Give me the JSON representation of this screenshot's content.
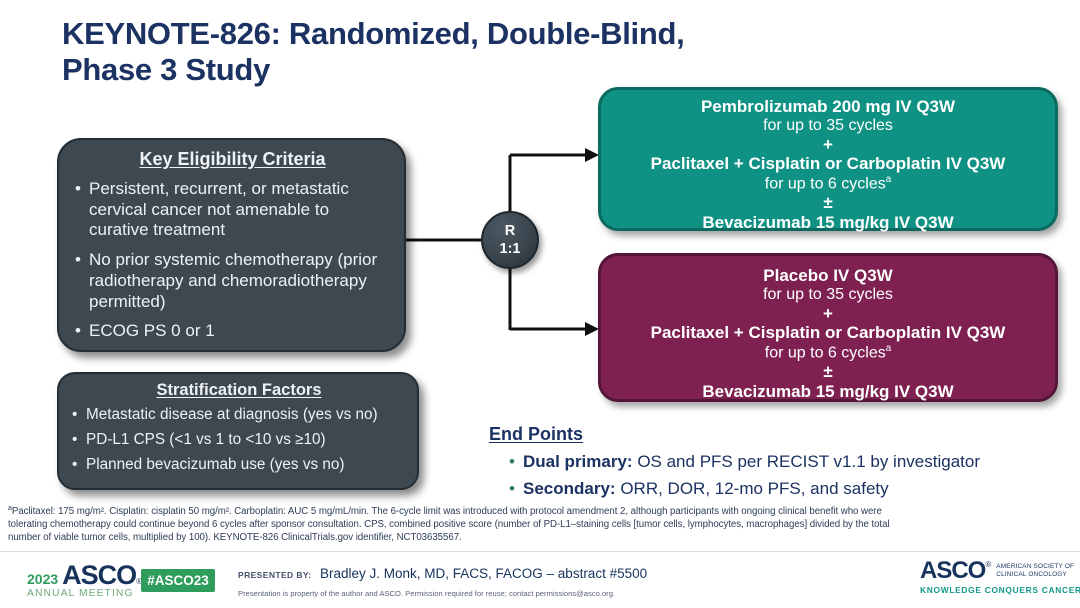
{
  "slide": {
    "title_line1": "KEYNOTE-826: Randomized, Double-Blind,",
    "title_line2": "Phase 3 Study"
  },
  "eligibility": {
    "title": "Key Eligibility Criteria",
    "bullets": [
      "Persistent, recurrent, or metastatic cervical cancer not amenable to curative treatment",
      "No prior systemic chemotherapy (prior radiotherapy and chemoradiotherapy permitted)",
      "ECOG PS 0 or 1"
    ]
  },
  "stratification": {
    "title": "Stratification Factors",
    "bullets": [
      "Metastatic disease at diagnosis (yes vs no)",
      "PD-L1 CPS (<1 vs 1 to <10 vs ≥10)",
      "Planned bevacizumab use (yes vs no)"
    ]
  },
  "randomization": {
    "label": "R",
    "ratio": "1:1"
  },
  "footnote_marker": "a",
  "arms": [
    {
      "name": "pembrolizumab",
      "color": "#0F9284",
      "lines": [
        "Pembrolizumab 200 mg IV Q3W",
        "for up to 35 cycles",
        "+",
        "Paclitaxel + Cisplatin or Carboplatin IV Q3W",
        "for up to 6 cycles",
        "±",
        "Bevacizumab 15 mg/kg IV Q3W"
      ]
    },
    {
      "name": "placebo",
      "color": "#7E2150",
      "lines": [
        "Placebo IV Q3W",
        "for up to 35 cycles",
        "+",
        "Paclitaxel + Cisplatin or Carboplatin IV Q3W",
        "for up to 6 cycles",
        "±",
        "Bevacizumab 15 mg/kg IV Q3W"
      ]
    }
  ],
  "endpoints": {
    "title": "End Points",
    "bullets": [
      {
        "label": "Dual primary:",
        "text": " OS and PFS per RECIST v1.1 by investigator"
      },
      {
        "label": "Secondary:",
        "text": " ORR, DOR, 12-mo PFS, and safety"
      }
    ]
  },
  "footnote": {
    "line1": "Paclitaxel: 175 mg/m². Cisplatin: cisplatin 50 mg/m². Carboplatin: AUC 5 mg/mL/min. The 6-cycle limit was introduced with protocol amendment 2, although participants with ongoing clinical benefit who were",
    "line2": "tolerating chemotherapy could continue beyond 6 cycles after sponsor consultation. CPS, combined positive score (number of PD-L1–staining cells [tumor cells, lymphocytes, macrophages] divided by the total",
    "line3": "number of viable tumor cells, multiplied by 100). KEYNOTE-826 ClinicalTrials.gov identifier, NCT03635567."
  },
  "footer": {
    "year": "2023",
    "asco_wordmark": "ASCO",
    "registered": "®",
    "annual_meeting": "ANNUAL MEETING",
    "hashtag": "#ASCO23",
    "presented_by_label": "PRESENTED BY:",
    "presenter": "Bradley J. Monk, MD, FACS, FACOG – abstract #5500",
    "disclaimer": "Presentation is property of the author and ASCO. Permission required for reuse; contact permissions@asco.org.",
    "right_logo": {
      "wordmark": "ASCO",
      "society_line1": "AMERICAN SOCIETY OF",
      "society_line2": "CLINICAL ONCOLOGY",
      "tagline": "KNOWLEDGE CONQUERS CANCER"
    }
  },
  "colors": {
    "title_navy": "#1B3263",
    "box_slate": "#3D4851",
    "arm_teal": "#0F9284",
    "arm_maroon": "#7E2150",
    "asco_green": "#2E9D5C",
    "tagline_teal": "#12998A"
  }
}
